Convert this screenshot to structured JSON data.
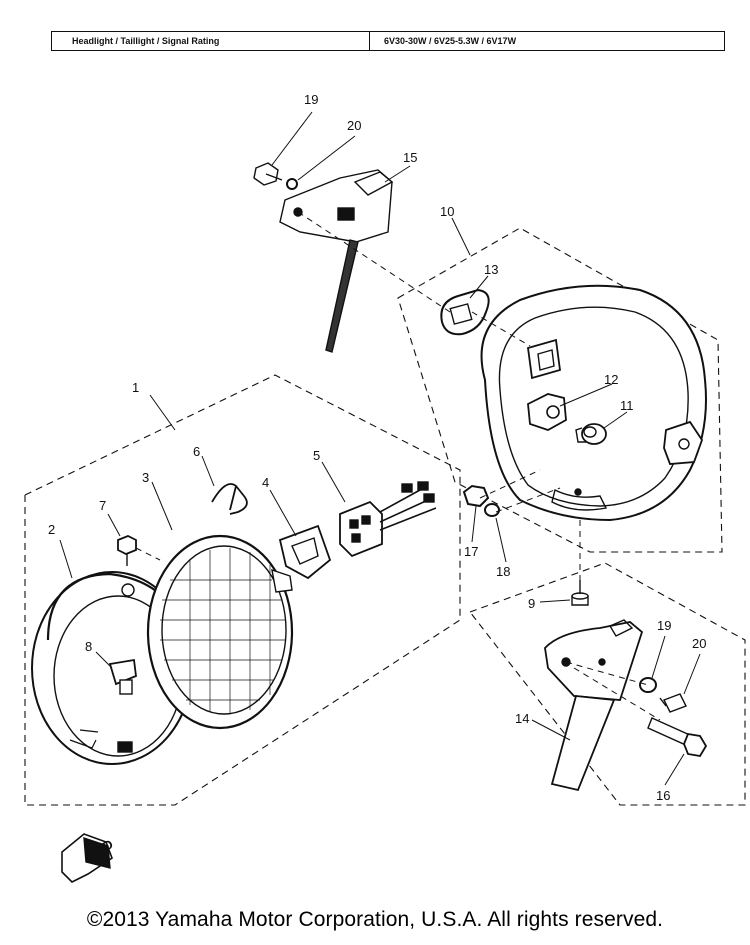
{
  "spec": {
    "label": "Headlight / Taillight / Signal Rating",
    "value": "6V30-30W / 6V25-5.3W / 6V17W"
  },
  "callouts": [
    "1",
    "2",
    "3",
    "4",
    "5",
    "6",
    "7",
    "8",
    "9",
    "10",
    "11",
    "12",
    "13",
    "14",
    "15",
    "16",
    "17",
    "18",
    "19",
    "20",
    "19",
    "20"
  ],
  "direction_badge": "FWD",
  "copyright": "©2013 Yamaha Motor Corporation, U.S.A. All rights reserved."
}
